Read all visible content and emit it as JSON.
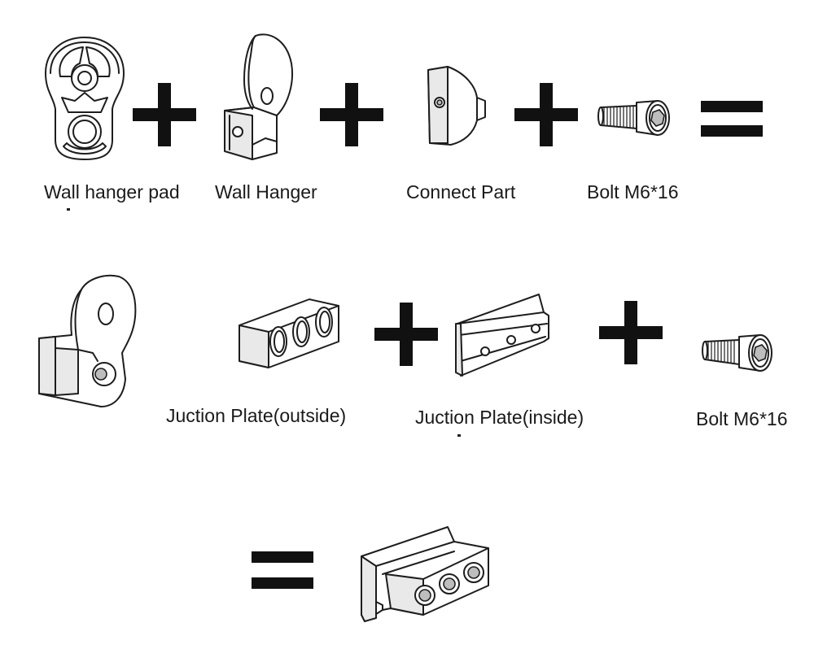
{
  "row1": {
    "labels": {
      "wall_hanger_pad": "Wall hanger pad",
      "wall_hanger": "Wall Hanger",
      "connect_part": "Connect Part",
      "bolt": "Bolt M6*16"
    }
  },
  "row2": {
    "labels": {
      "junction_outside": "Juction Plate(outside)",
      "junction_inside": "Juction Plate(inside)",
      "bolt": "Bolt M6*16"
    }
  },
  "colors": {
    "ink": "#111111",
    "line": "#1d1d1d",
    "shade": "#e9e9e9"
  },
  "icons": [
    "wall-hanger-pad-icon",
    "wall-hanger-icon",
    "connect-part-icon",
    "bolt-icon",
    "plus-icon",
    "equals-icon",
    "assembled-hanger-icon",
    "junction-plate-outside-icon",
    "junction-plate-inside-icon",
    "assembled-junction-icon"
  ]
}
